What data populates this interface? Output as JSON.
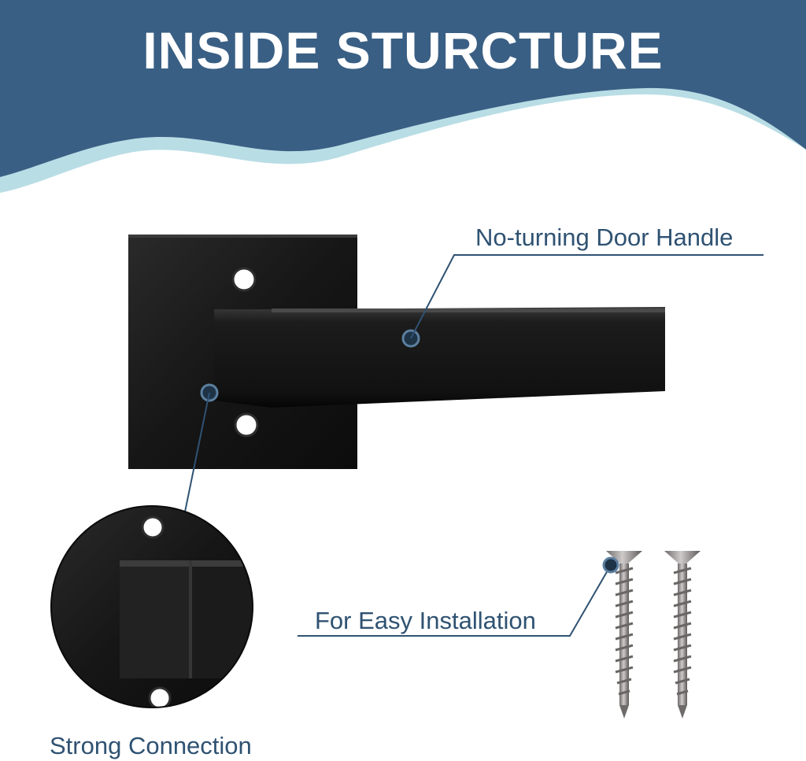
{
  "banner": {
    "title": "INSIDE STURCTURE",
    "color": "#3a5f84",
    "wave_accent_color": "#b9dde5"
  },
  "callouts": {
    "handle_label": "No-turning Door Handle",
    "installation_label": "For Easy Installation",
    "connection_label": "Strong Connection"
  },
  "colors": {
    "label_text": "#2f5272",
    "leader_line": "#2f5272",
    "metal_black": "#141414",
    "screw": "#8a8686"
  },
  "icons": {
    "handle": "door-lever-handle",
    "rosette": "square-rosette-plate",
    "detail": "connection-detail-circle",
    "screws": "mounting-screws"
  }
}
